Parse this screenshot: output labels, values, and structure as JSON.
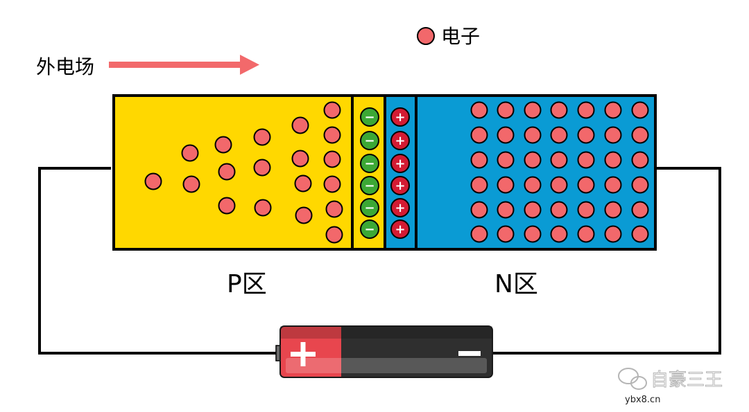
{
  "legend": {
    "electron_label": "电子"
  },
  "field": {
    "label": "外电场"
  },
  "regions": {
    "p_label": "P区",
    "n_label": "N区"
  },
  "ions": {
    "negative_sign": "−",
    "positive_sign": "+"
  },
  "battery": {
    "plus_label": "+",
    "minus_label": "−"
  },
  "watermark": {
    "text": "自豪三王",
    "url": "ybx8.cn"
  },
  "colors": {
    "p_region": "#FFD800",
    "n_region": "#0A9BD4",
    "electron": "#F2686B",
    "negative_ion": "#3CA835",
    "positive_ion": "#D31B33",
    "arrow": "#F2696B",
    "outline": "#000000"
  }
}
